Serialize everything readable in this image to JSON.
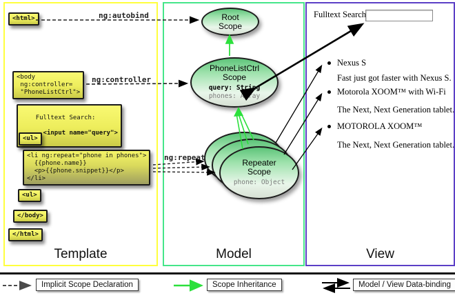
{
  "panels": {
    "template": {
      "label": "Template",
      "border_color": "#ffff3d"
    },
    "model": {
      "label": "Model",
      "border_color": "#45e689"
    },
    "view": {
      "label": "View",
      "border_color": "#5b3fc6"
    }
  },
  "template_code": {
    "html_open": "<html>",
    "body_open": "<body\n ng:controller=\n \"PhoneListCtrl\">",
    "fulltext_label": "Fulltext Search:",
    "fulltext_input": "  <input name=\"query\">",
    "ul_open": "<ul>",
    "li_repeat": "<li ng:repeat=\"phone in phones\">\n  {{phone.name}}\n  <p>{{phone.snippet}}</p>\n</li>",
    "ul_close": "<ul>",
    "body_close": "</body>",
    "html_close": "</html>"
  },
  "annotations": {
    "autobind": "ng:autobind",
    "controller": "ng:controller",
    "repeat": "ng:repeat"
  },
  "scopes": {
    "root": {
      "title": "Root\nScope"
    },
    "phonelistctrl": {
      "title": "PhoneListCtrl\nScope",
      "prop_query": "query: String",
      "prop_phones": "phones: Array"
    },
    "repeater": {
      "title": "Repeater\nScope",
      "prop_phone": "phone: Object"
    }
  },
  "view": {
    "search_label": "Fulltext Search:",
    "search_value": "",
    "items": [
      {
        "name": "Nexus S",
        "desc": "Fast just got faster with Nexus S."
      },
      {
        "name": "Motorola XOOM™ with Wi-Fi",
        "desc": "The Next, Next Generation tablet."
      },
      {
        "name": "MOTOROLA XOOM™",
        "desc": "The Next, Next Generation tablet."
      }
    ]
  },
  "legend": {
    "implicit": "Implicit Scope Declaration",
    "inheritance": "Scope Inheritance",
    "databinding": "Model / View Data-binding"
  },
  "colors": {
    "scope_inheritance_arrow": "#2ce03c",
    "data_binding_arrow": "#000000",
    "implicit_declaration_arrow": "#4a4a4a",
    "code_box_fill_top": "#f9f972",
    "code_box_fill_bottom": "#cbcb49",
    "scope_fill_top": "#5ec47a",
    "scope_fill_bottom": "#d7e0d4"
  }
}
